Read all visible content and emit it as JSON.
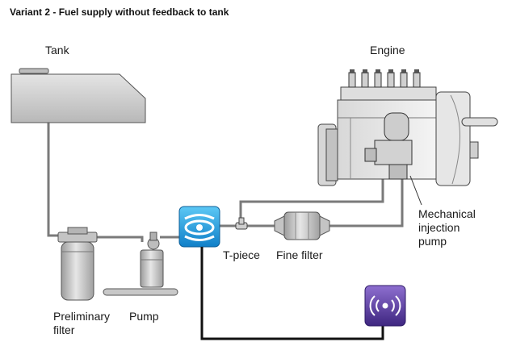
{
  "title": "Variant 2 - Fuel supply without feedback to tank",
  "labels": {
    "tank": "Tank",
    "engine": "Engine",
    "mechanical_injection_pump": [
      "Mechanical",
      "injection",
      "pump"
    ],
    "t_piece": "T-piece",
    "fine_filter": "Fine filter",
    "preliminary_filter": [
      "Preliminary",
      "filter"
    ],
    "pump": "Pump"
  },
  "colors": {
    "component_gray": "#c8c8c8",
    "component_stroke": "#555555",
    "fuel_line": "#7a7a7a",
    "cable": "#111111",
    "flow_sensor": "#1e9fe0",
    "transmitter": "#5b3f99"
  },
  "icons": {
    "flow_sensor": "flow-sensor-icon",
    "transmitter": "wireless-transmitter-icon"
  }
}
